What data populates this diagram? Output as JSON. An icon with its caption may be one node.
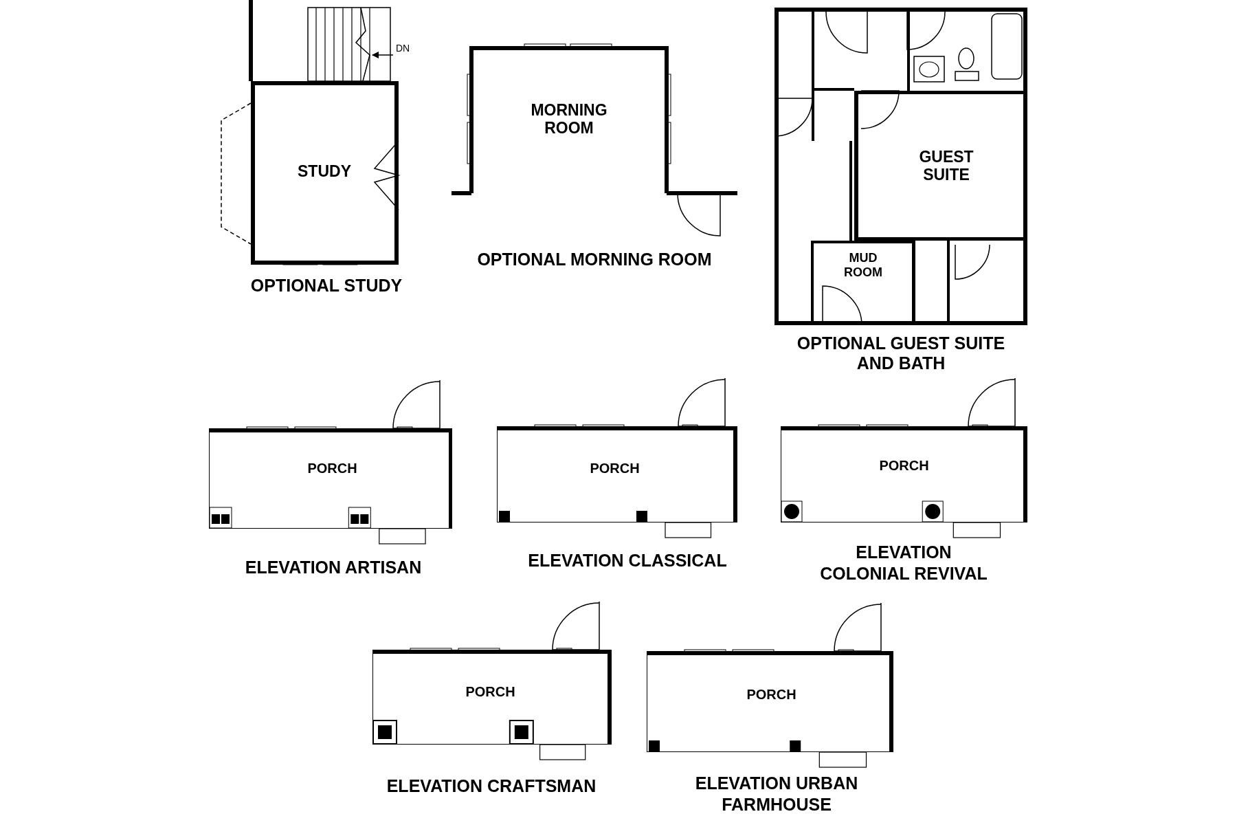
{
  "diagram": {
    "nodes": [
      {
        "text": [
          "STUDY"
        ],
        "beside": [
          "OPTIONAL STUDY"
        ]
      },
      {
        "text": [
          "MORNING ROOM"
        ],
        "beside": [
          "OPTIONAL MORNING ROOM"
        ]
      },
      {
        "text": [
          "OPTIONAL GUEST SUITE AND BATH"
        ]
      },
      {
        "text": [
          "GUEST SUITE"
        ],
        "in": 2
      },
      {
        "text": [
          "MUD ROOM"
        ],
        "in": 2
      },
      {
        "text": [
          "PORCH"
        ],
        "beside": [
          "ELEVATION ARTISAN"
        ]
      },
      {
        "text": [
          "PORCH"
        ],
        "beside": [
          "ELEVATION CLASSICAL"
        ]
      },
      {
        "text": [
          "PORCH"
        ],
        "beside": [
          "ELEVATION COLONIAL REVIVAL"
        ]
      },
      {
        "text": [
          "PORCH"
        ],
        "beside": [
          "ELEVATION CRAFTSMAN"
        ]
      },
      {
        "text": [
          "PORCH"
        ],
        "beside": [
          "ELEVATION URBAN FARMHOUSE"
        ]
      }
    ],
    "edges": [],
    "labels": [
      "DN"
    ]
  }
}
